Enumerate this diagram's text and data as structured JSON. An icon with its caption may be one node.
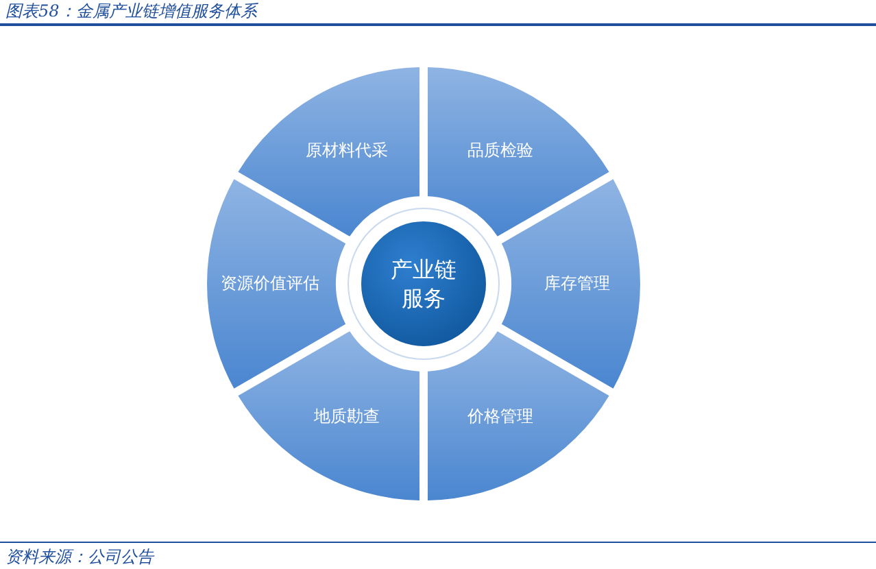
{
  "diagram": {
    "title": "图表58：金属产业链增值服务体系",
    "caption": "资料来源：公司公告",
    "nodes": [
      {
        "text": [
          "原材料代采"
        ]
      },
      {
        "text": [
          "品质检验"
        ]
      },
      {
        "text": [
          "库存管理"
        ]
      },
      {
        "text": [
          "价格管理"
        ]
      },
      {
        "text": [
          "地质勘查"
        ]
      },
      {
        "text": [
          "资源价值评估"
        ]
      },
      {
        "text": [
          "产业链服务"
        ]
      }
    ]
  }
}
